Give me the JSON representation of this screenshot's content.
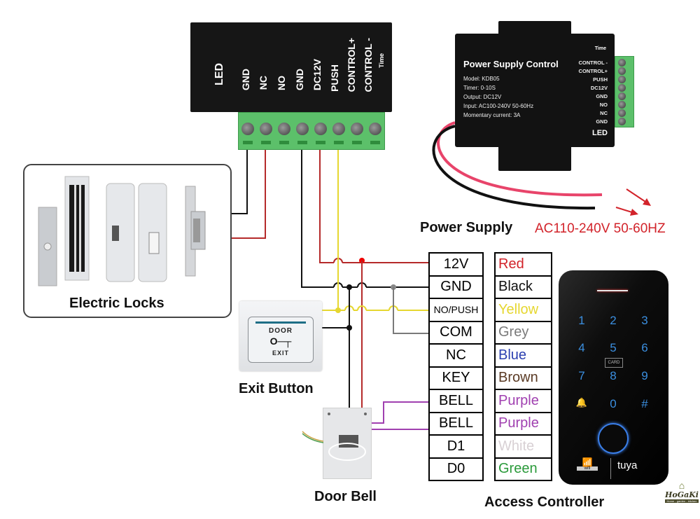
{
  "controller_terminal_labels": [
    "LED",
    "GND",
    "NC",
    "NO",
    "GND",
    "DC12V",
    "PUSH",
    "CONTROL+",
    "CONTROL -"
  ],
  "time_logo": "Time",
  "power_supply_unit": {
    "title": "Power Supply Control",
    "specs": [
      "Model: KDB05",
      "Timer: 0-10S",
      "Output: DC12V",
      "Input: AC100-240V 50-60Hz",
      "Momentary  current: 3A"
    ],
    "terminals": [
      "CONTROL -",
      "CONTROL+",
      "PUSH",
      "DC12V",
      "GND",
      "NO",
      "NC",
      "GND"
    ],
    "led": "LED",
    "time_logo": "Time"
  },
  "power_supply": {
    "label": "Power Supply",
    "input": "AC110-240V 50-60HZ"
  },
  "electric_locks": {
    "label": "Electric Locks"
  },
  "exit_button": {
    "label": "Exit Button",
    "text_top": "DOOR",
    "key_glyph": "O─┬",
    "text_bottom": "EXIT"
  },
  "door_bell": {
    "label": "Door Bell"
  },
  "access_controller": {
    "label": "Access Controller",
    "keys": [
      "1",
      "2",
      "3",
      "4",
      "5",
      "6",
      "7",
      "8",
      "9",
      "🔔",
      "0",
      "#"
    ],
    "card": "CARD",
    "wifi": "wifi",
    "brand": "tuya"
  },
  "wiring_table": [
    {
      "pin": "12V",
      "color": "Red",
      "hex": "#d2232a"
    },
    {
      "pin": "GND",
      "color": "Black",
      "hex": "#111111"
    },
    {
      "pin": "NO/PUSH",
      "color": "Yellow",
      "hex": "#e6d730"
    },
    {
      "pin": "COM",
      "color": "Grey",
      "hex": "#7a7a7a"
    },
    {
      "pin": "NC",
      "color": "Blue",
      "hex": "#2b3fb0"
    },
    {
      "pin": "KEY",
      "color": "Brown",
      "hex": "#5a3a24"
    },
    {
      "pin": "BELL",
      "color": "Purple",
      "hex": "#a040b0"
    },
    {
      "pin": "BELL",
      "color": "Purple",
      "hex": "#a040b0"
    },
    {
      "pin": "D1",
      "color": "White",
      "hex": "#d8d0d4"
    },
    {
      "pin": "D0",
      "color": "Green",
      "hex": "#2a9a3a"
    }
  ],
  "watermark": {
    "name": "HoGaKi",
    "tagline": "Home - garden - kitchen"
  }
}
